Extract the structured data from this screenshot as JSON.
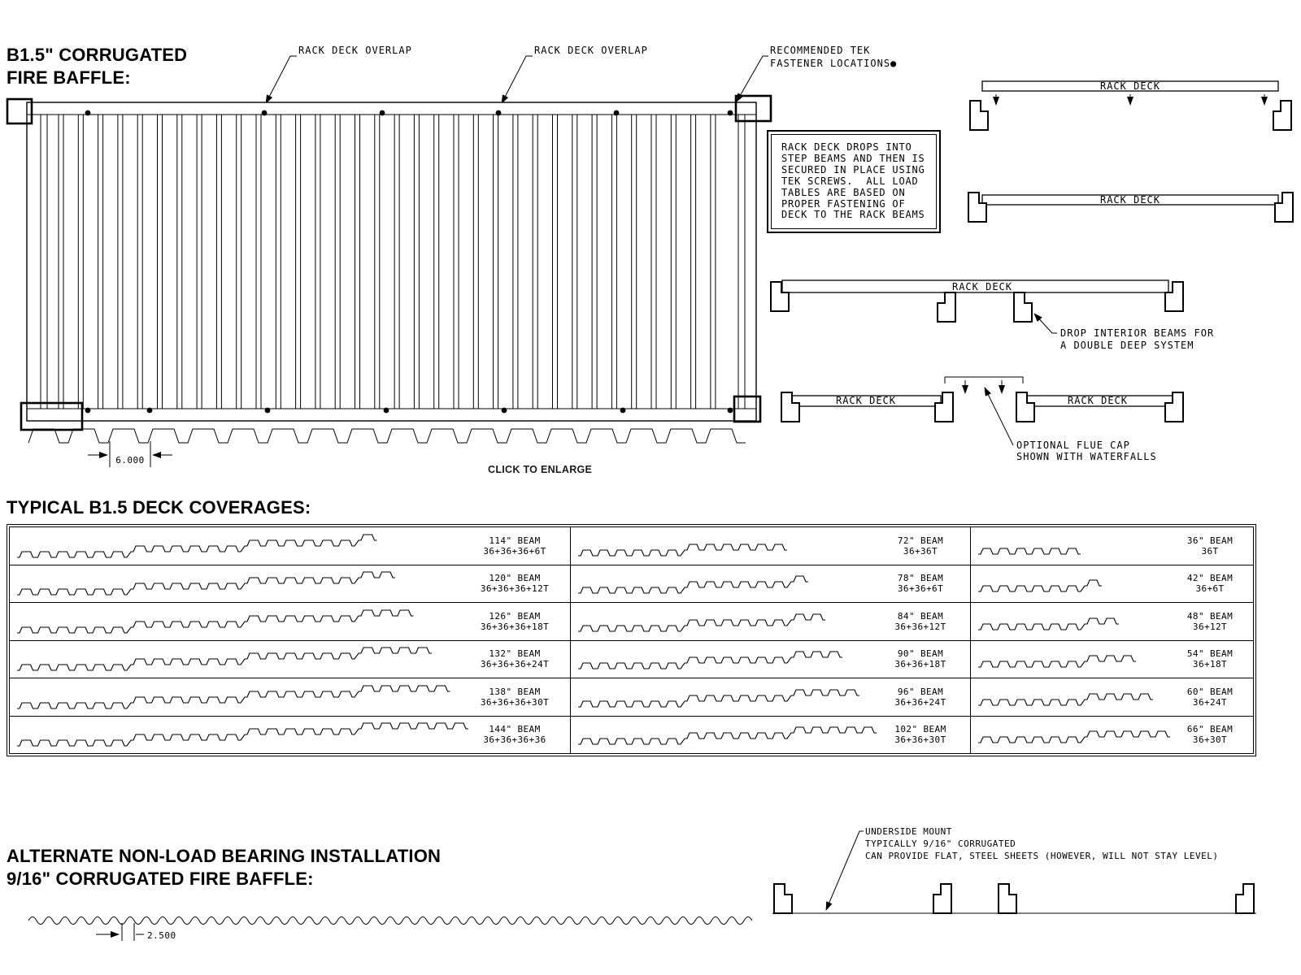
{
  "colors": {
    "ink": "#000000",
    "bg": "#ffffff"
  },
  "top_section": {
    "title_line1": "B1.5\" CORRUGATED",
    "title_line2": "FIRE BAFFLE:",
    "overlap_label_1": "RACK DECK OVERLAP",
    "overlap_label_2": "RACK DECK OVERLAP",
    "tek_label_line1": "RECOMMENDED TEK",
    "tek_label_line2": "FASTENER LOCATIONS●",
    "rib_spacing_dim": "6.000",
    "click_to_enlarge": "CLICK TO ENLARGE"
  },
  "note_box": {
    "text": "RACK DECK DROPS INTO\nSTEP BEAMS AND THEN IS\nSECURED IN PLACE USING\nTEK SCREWS.  ALL LOAD\nTABLES ARE BASED ON\nPROPER FASTENING OF\nDECK TO THE RACK BEAMS"
  },
  "rack_diagrams": {
    "deck_label_drop_in": "RACK DECK",
    "deck_label_seated": "RACK DECK",
    "deck_label_double_deep": "RACK DECK",
    "deck_label_flue_left": "RACK DECK",
    "deck_label_flue_right": "RACK DECK",
    "drop_beams_note_line1": "DROP INTERIOR BEAMS FOR",
    "drop_beams_note_line2": "A DOUBLE DEEP SYSTEM",
    "flue_note_line1": "OPTIONAL FLUE CAP",
    "flue_note_line2": "SHOWN WITH WATERFALLS"
  },
  "coverage_table": {
    "heading": "TYPICAL B1.5 DECK COVERAGES:",
    "rows": [
      {
        "c1": {
          "beam": "114\" BEAM",
          "coverage": "36+36+36+6T",
          "segments": [
            6,
            6,
            6,
            1
          ]
        },
        "c2": {
          "beam": "72\" BEAM",
          "coverage": "36+36T",
          "segments": [
            6,
            6
          ]
        },
        "c3": {
          "beam": "36\" BEAM",
          "coverage": "36T",
          "segments": [
            6
          ]
        }
      },
      {
        "c1": {
          "beam": "120\" BEAM",
          "coverage": "36+36+36+12T",
          "segments": [
            6,
            6,
            6,
            2
          ]
        },
        "c2": {
          "beam": "78\" BEAM",
          "coverage": "36+36+6T",
          "segments": [
            6,
            6,
            1
          ]
        },
        "c3": {
          "beam": "42\" BEAM",
          "coverage": "36+6T",
          "segments": [
            6,
            1
          ]
        }
      },
      {
        "c1": {
          "beam": "126\" BEAM",
          "coverage": "36+36+36+18T",
          "segments": [
            6,
            6,
            6,
            3
          ]
        },
        "c2": {
          "beam": "84\" BEAM",
          "coverage": "36+36+12T",
          "segments": [
            6,
            6,
            2
          ]
        },
        "c3": {
          "beam": "48\" BEAM",
          "coverage": "36+12T",
          "segments": [
            6,
            2
          ]
        }
      },
      {
        "c1": {
          "beam": "132\" BEAM",
          "coverage": "36+36+36+24T",
          "segments": [
            6,
            6,
            6,
            4
          ]
        },
        "c2": {
          "beam": "90\" BEAM",
          "coverage": "36+36+18T",
          "segments": [
            6,
            6,
            3
          ]
        },
        "c3": {
          "beam": "54\" BEAM",
          "coverage": "36+18T",
          "segments": [
            6,
            3
          ]
        }
      },
      {
        "c1": {
          "beam": "138\" BEAM",
          "coverage": "36+36+36+30T",
          "segments": [
            6,
            6,
            6,
            5
          ]
        },
        "c2": {
          "beam": "96\" BEAM",
          "coverage": "36+36+24T",
          "segments": [
            6,
            6,
            4
          ]
        },
        "c3": {
          "beam": "60\" BEAM",
          "coverage": "36+24T",
          "segments": [
            6,
            4
          ]
        }
      },
      {
        "c1": {
          "beam": "144\" BEAM",
          "coverage": "36+36+36+36",
          "segments": [
            6,
            6,
            6,
            6
          ]
        },
        "c2": {
          "beam": "102\" BEAM",
          "coverage": "36+36+30T",
          "segments": [
            6,
            6,
            5
          ]
        },
        "c3": {
          "beam": "66\" BEAM",
          "coverage": "36+30T",
          "segments": [
            6,
            5
          ]
        }
      }
    ]
  },
  "bottom_section": {
    "title_line1": "ALTERNATE NON-LOAD BEARING INSTALLATION",
    "title_line2": "9/16\" CORRUGATED FIRE BAFFLE:",
    "corrugation_dim": "2.500",
    "underside_note_line1": "UNDERSIDE MOUNT",
    "underside_note_line2": "TYPICALLY 9/16\" CORRUGATED",
    "underside_note_line3": "CAN PROVIDE FLAT, STEEL SHEETS (HOWEVER, WILL NOT STAY LEVEL)"
  }
}
